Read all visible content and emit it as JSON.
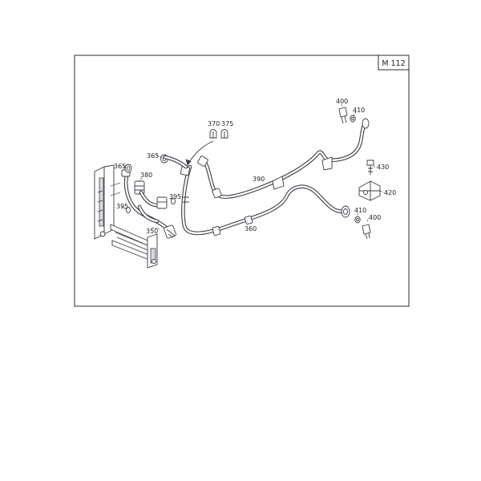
{
  "badge": "M 112",
  "callouts": {
    "c350": "350",
    "c360": "360",
    "c365a": "365",
    "c365b": "365",
    "c370": "370",
    "c375": "375",
    "c380": "380",
    "c390": "390",
    "c395a": "395",
    "c395b": "395",
    "c400a": "400",
    "c400b": "400",
    "c410a": "410",
    "c410b": "410",
    "c420": "420",
    "c430": "430"
  }
}
